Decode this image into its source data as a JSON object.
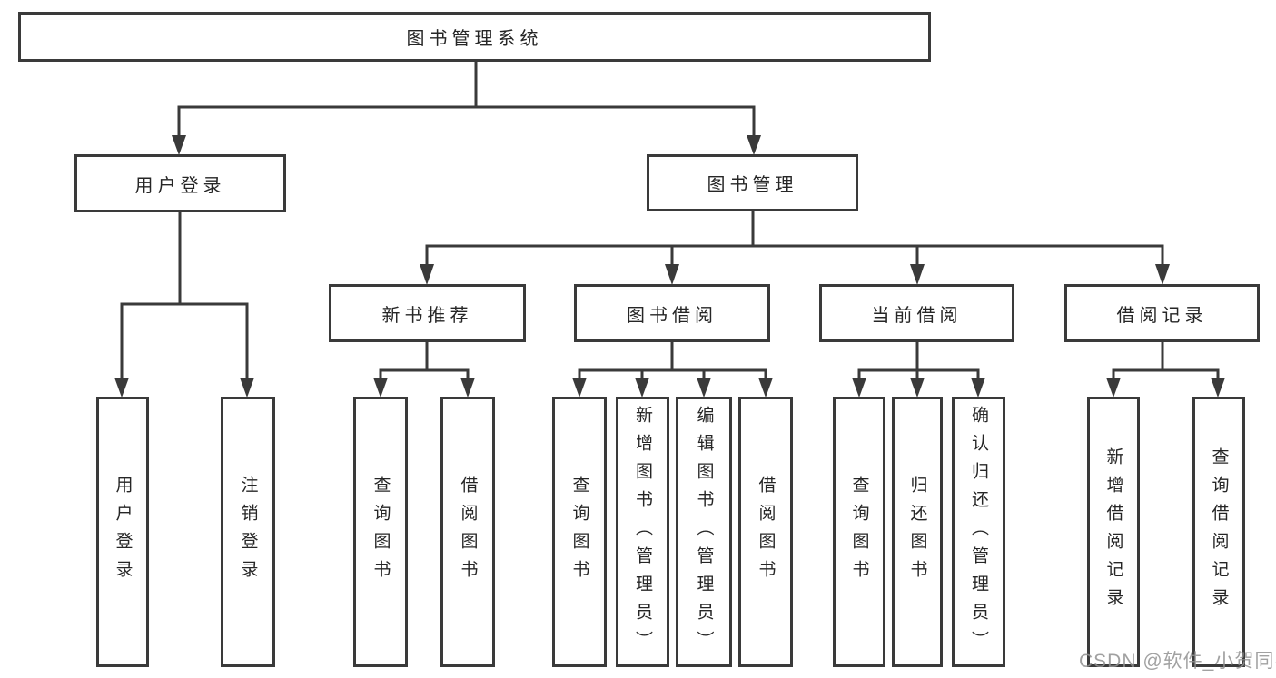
{
  "tree": {
    "root": {
      "label": "图书管理系统"
    },
    "branches": [
      {
        "label": "用户登录",
        "children": [
          {
            "label": "用户登录"
          },
          {
            "label": "注销登录"
          }
        ]
      },
      {
        "label": "图书管理",
        "children": [
          {
            "label": "新书推荐",
            "children": [
              {
                "label": "查询图书"
              },
              {
                "label": "借阅图书"
              }
            ]
          },
          {
            "label": "图书借阅",
            "children": [
              {
                "label": "查询图书"
              },
              {
                "label": "新增图书（管理员）"
              },
              {
                "label": "编辑图书（管理员）"
              },
              {
                "label": "借阅图书"
              }
            ]
          },
          {
            "label": "当前借阅",
            "children": [
              {
                "label": "查询图书"
              },
              {
                "label": "归还图书"
              },
              {
                "label": "确认归还（管理员）"
              }
            ]
          },
          {
            "label": "借阅记录",
            "children": [
              {
                "label": "新增借阅记录"
              },
              {
                "label": "查询借阅记录"
              }
            ]
          }
        ]
      }
    ]
  },
  "watermark": "CSDN @软件_小贺同学",
  "colors": {
    "line": "#3a3a3a",
    "text": "#262626",
    "background": "#ffffff",
    "watermark": "#919191"
  }
}
